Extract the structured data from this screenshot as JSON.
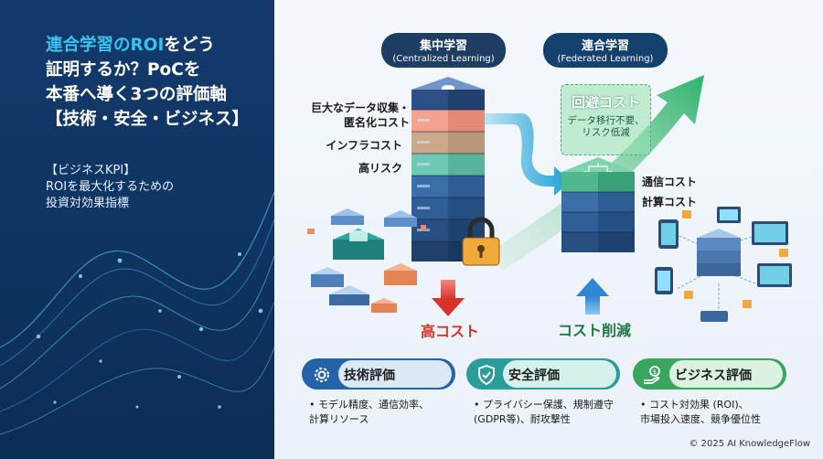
{
  "left_panel": {
    "title_lines": [
      "連合学習のROIをどう",
      "証明するか？PoCを",
      "本番へ導く3つの評価軸",
      "【技術・安全・ビジネス】"
    ],
    "title_highlight": "連合学習のROI",
    "title_rest_line1": "をどう",
    "subtitle": "【ビジネスKPI】\nROIを最大化するための\n投資対効果指標"
  },
  "centralized": {
    "label": "集中学習",
    "label_en": "(Centralized Learning)",
    "costs": [
      "巨大なデータ収集・\n匿名化コスト",
      "インフラコスト",
      "高リスク"
    ],
    "result": "高コスト"
  },
  "federated": {
    "label": "連合学習",
    "label_en": "(Federated Learning)",
    "avoided_title": "回避コスト",
    "avoided_desc": "データ移行不要、\nリスク低減",
    "costs": [
      "通信コスト",
      "計算コスト"
    ],
    "result": "コスト削減"
  },
  "evaluations": [
    {
      "title": "技術評価",
      "icon": "gear-icon",
      "desc": "• モデル精度、通信効率、\n  計算リソース"
    },
    {
      "title": "安全評価",
      "icon": "shield-check-icon",
      "desc": "• プライバシー保護、規制遵守\n  (GDPR等)、耐攻撃性"
    },
    {
      "title": "ビジネス評価",
      "icon": "money-hand-icon",
      "desc": "• コスト対効果 (ROI)、\n  市場投入速度、競争優位性"
    }
  ],
  "copyright": "© 2025 AI KnowledgeFlow",
  "colors": {
    "navy": "#123a6b",
    "accent_blue": "#39c3ee",
    "red": "#e0433a",
    "green": "#2f9b5b",
    "tech": "#2563a8",
    "security": "#2a9d9a",
    "business": "#3aa55e"
  }
}
